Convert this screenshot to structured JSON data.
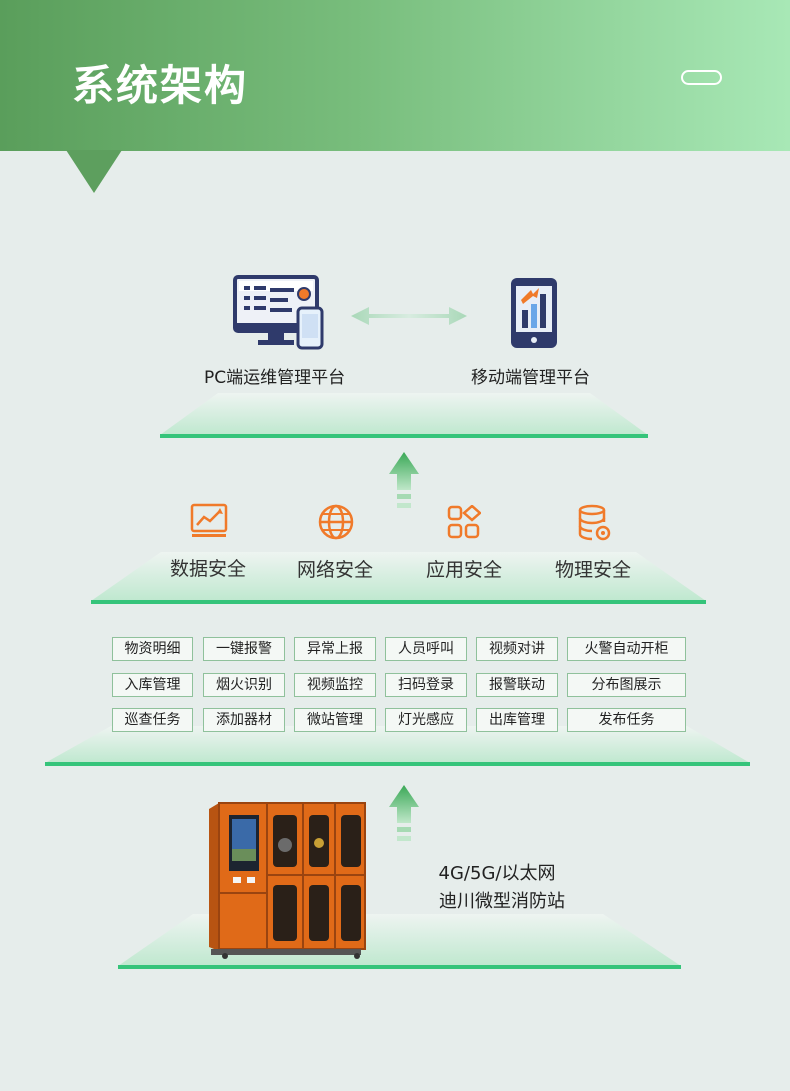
{
  "header": {
    "title": "系统架构"
  },
  "top_tier": {
    "pc_label": "PC端运维管理平台",
    "mobile_label": "移动端管理平台"
  },
  "security_tier": {
    "items": [
      {
        "label": "数据安全",
        "icon": "data-chart-icon"
      },
      {
        "label": "网络安全",
        "icon": "globe-icon"
      },
      {
        "label": "应用安全",
        "icon": "apps-grid-icon"
      },
      {
        "label": "物理安全",
        "icon": "database-gear-icon"
      }
    ]
  },
  "function_tier": {
    "rows": [
      [
        "物资明细",
        "一键报警",
        "异常上报",
        "人员呼叫",
        "视频对讲",
        "火警自动开柜"
      ],
      [
        "入库管理",
        "烟火识别",
        "视频监控",
        "扫码登录",
        "报警联动",
        "分布图展示"
      ],
      [
        "巡查任务",
        "添加器材",
        "微站管理",
        "灯光感应",
        "出库管理",
        "发布任务"
      ]
    ]
  },
  "bottom_tier": {
    "network_label": "4G/5G/以太网",
    "station_label": "迪川微型消防站"
  },
  "colors": {
    "accent_green": "#35c47a",
    "icon_orange": "#f07a2a",
    "icon_navy": "#2f3a6b"
  }
}
